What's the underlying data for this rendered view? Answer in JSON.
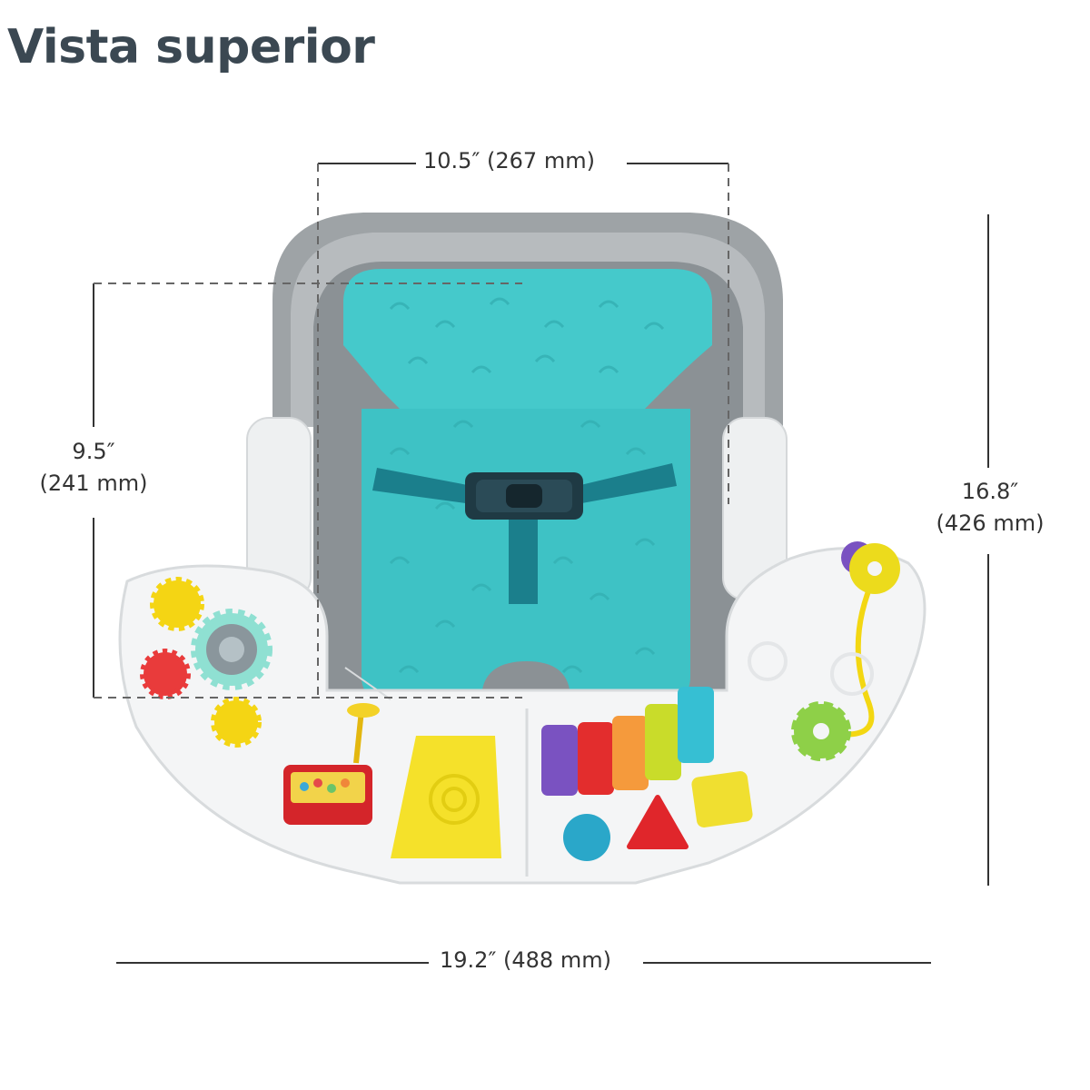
{
  "title": "Vista superior",
  "dimensions": {
    "top_width": "10.5″ (267 mm)",
    "seat_depth_value": "9.5″",
    "seat_depth_metric": "(241 mm)",
    "overall_height_value": "16.8″",
    "overall_height_metric": "(426 mm)",
    "overall_width": "19.2″ (488 mm)"
  },
  "colors": {
    "title": "#3b4852",
    "line": "#333333",
    "dashed": "#666666",
    "shell_gray": "#9ea3a6",
    "seat_teal": "#3ec7c9",
    "strap_teal": "#1b7f8c",
    "tray_white": "#f4f5f6"
  },
  "icons": {
    "product": "booster-seat-illustration",
    "gears": "gear-toy-icon",
    "keys": "piano-keys-icon",
    "rattle": "bead-rattle-icon"
  }
}
